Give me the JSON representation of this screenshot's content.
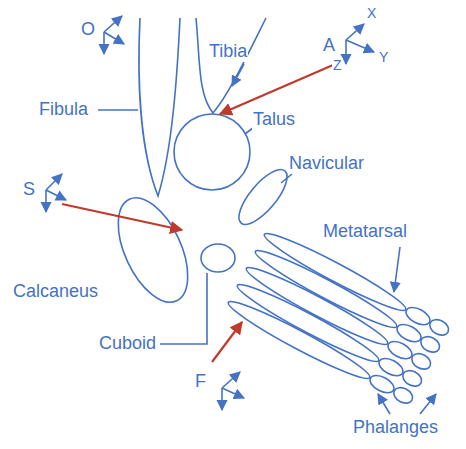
{
  "diagram": {
    "labels": [
      "O",
      "A",
      "X",
      "Y",
      "Z",
      "Tibia",
      "Fibula",
      "Talus",
      "Navicular",
      "S",
      "Metatarsal",
      "Calcaneus",
      "Cuboid",
      "F",
      "Phalanges"
    ]
  }
}
